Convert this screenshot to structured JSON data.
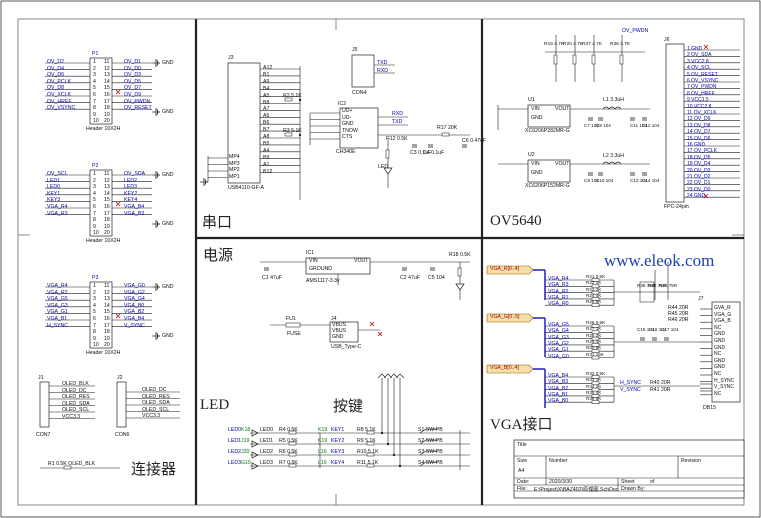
{
  "sections": {
    "connector": "连接器",
    "serial": "串口",
    "power": "电源",
    "led": "LED",
    "keys": "按键",
    "ov5640": "OV5640",
    "vga": "VGA接口",
    "watermark": "www.eleok.com"
  },
  "connector": {
    "p1": {
      "ref": "P1",
      "name": "Header 10X2H",
      "left": [
        "OV_D2",
        "OV_D4",
        "OV_D6",
        "OV_PCLK",
        "OV_D8",
        "OV_XCLK",
        "OV_HREF",
        "OV_VSYNC"
      ],
      "right": [
        "OV_D1",
        "OV_D0",
        "OV_D3",
        "OV_D5",
        "OV_D7",
        "OV_D9",
        "OV_PWDN",
        "OV_RESET"
      ]
    },
    "p2": {
      "ref": "P2",
      "name": "Header 10X2H",
      "left": [
        "OV_SCL",
        "LED1",
        "LED0",
        "KEY1",
        "KEY3",
        "VGA_R4",
        "VGA_R3"
      ],
      "right": [
        "OV_SDA",
        "LED2",
        "LED3",
        "KEY2",
        "KEY4",
        "VGA_B4",
        "VGA_B3"
      ]
    },
    "p3": {
      "ref": "P3",
      "name": "Header 10X2H",
      "left": [
        "VGA_R4",
        "VGA_R2",
        "VGA_G5",
        "VGA_G3",
        "VGA_G1",
        "VGA_B1",
        "H_SYNC"
      ],
      "right": [
        "VGA_G0",
        "VGA_G2",
        "VGA_G4",
        "VGA_B0",
        "VGA_B2",
        "VGA_B4",
        "V_SYNC"
      ]
    },
    "j1": {
      "ref": "J1",
      "name": "CON7",
      "pins": [
        "OLED_BLK",
        "OLED_DC",
        "OLED_RES",
        "OLED_SDA",
        "OLED_SCL",
        "VCC3.3"
      ]
    },
    "j2": {
      "ref": "J2",
      "name": "CON6",
      "pins": [
        "OLED_DC",
        "OLED_RES",
        "OLED_SDA",
        "OLED_SCL",
        "VCC3.3"
      ]
    },
    "r1": "R1  0.5K OLED_BLK",
    "gnd": "GND"
  },
  "serial": {
    "j3": "J3",
    "j3_name": "USB4110-GF-A",
    "j3_pins": [
      "A12",
      "B1",
      "A9",
      "B4",
      "A5",
      "B8",
      "A7",
      "A6",
      "B6",
      "B7",
      "A8",
      "B5",
      "A4",
      "B9",
      "A1",
      "B12"
    ],
    "mp": [
      "MP4",
      "MP3",
      "MP2",
      "MP1"
    ],
    "j5": "J5",
    "j5_name": "CON4",
    "j5_pins": [
      "TXD",
      "RXD"
    ],
    "ic2": "IC2",
    "ic2_name": "CH340E",
    "ic2_pins": [
      "UD+",
      "UD-",
      "GND",
      "TNOW",
      "CTS"
    ],
    "ic2_right": [
      "RXD",
      "TXD"
    ],
    "parts": [
      "R2 5.1K",
      "R3 5.1K",
      "R12 0.5K",
      "LED",
      "R17 20K",
      "C6 0.47uF",
      "C3 0.1uF",
      "C4 0.1uF"
    ]
  },
  "power": {
    "ic1": "IC1",
    "ic1_pins": [
      "VIN",
      "GROUND",
      "VOUT"
    ],
    "ic1_name": "AMS1117-3.3v",
    "caps": [
      "C1 47uF",
      "C2 47uF",
      "C5 104"
    ],
    "r18": "R18 0.5K",
    "fu1": "FU1",
    "fuse": "FUSE",
    "j4": "J4",
    "j4_pins": [
      "VBUS",
      "VBUS",
      "GND"
    ],
    "j4_name": "USB_Type-C"
  },
  "led": {
    "refs": [
      "LED0",
      "LED1",
      "LED2",
      "LED3"
    ],
    "pins": [
      "K18",
      "J19",
      "J20",
      "G19"
    ],
    "resistors": [
      "R4  0.5K",
      "R5  0.5K",
      "R6  0.5K",
      "R7  0.5K"
    ]
  },
  "keys": {
    "pins": [
      "K19",
      "K19",
      "L16",
      "L16"
    ],
    "names": [
      "KEY1",
      "KEY2",
      "KEY3",
      "KEY4"
    ],
    "resistors": [
      "R8  5.1K",
      "R9  5.1K",
      "R10 5.1K",
      "R11 5.1K"
    ],
    "switches": [
      "S1 SW-PB",
      "S2 SW-PB",
      "S3 SW-PB",
      "S4 SW-PB"
    ]
  },
  "ov5640": {
    "signal": "OV_PWDN",
    "pullups": [
      "R19 4.7K",
      "R20 4.7K",
      "R37 4.7K",
      "R36 4.7K"
    ],
    "u1": "U1",
    "u2": "U2",
    "reg_pins": [
      "VIN",
      "GND",
      "VOUT"
    ],
    "u1_name": "XC6206P282MR-G",
    "u2_name": "XC6206P152MR-G",
    "parts": [
      "C7 104",
      "C8 104",
      "L1 3.3uH",
      "C11 104",
      "C12 104",
      "C9 104",
      "C10 104",
      "L2 3.3uH",
      "C13 104",
      "C14 104"
    ],
    "j6": "J6",
    "j6_name": "FPC-24pin",
    "j6_pins": [
      "1 GND",
      "2 OV_SDA",
      "3 VCC2.8",
      "4 OV_SCL",
      "5 OV_RESET",
      "6 OV_VSYNC",
      "7 OV_PWDN",
      "8 OV_HREF",
      "9 VCC1.5",
      "10 VCC2.8",
      "11 OV_XCLK",
      "12 OV_D9",
      "13 OV_D8",
      "14 OV_D7",
      "15 OV_D6",
      "16 GND",
      "17 OV_PCLK",
      "18 OV_D5",
      "19 OV_D4",
      "20 OV_D3",
      "21 OV_D2",
      "22 OV_D1",
      "23 OV_D0",
      "24 GND"
    ]
  },
  "vga": {
    "buses": [
      "VGA_R[0..4]",
      "VGA_G[0..5]",
      "VGA_B[0..4]"
    ],
    "r_nets": [
      "VGA_R4",
      "VGA_R3",
      "VGA_R2",
      "VGA_R1",
      "VGA_R0"
    ],
    "g_nets": [
      "VGA_G5",
      "VGA_G4",
      "VGA_G3",
      "VGA_G2",
      "VGA_G1",
      "VGA_G0"
    ],
    "b_nets": [
      "VGA_B4",
      "VGA_B3",
      "VGA_B2",
      "VGA_B1",
      "VGA_B0"
    ],
    "r_res": [
      "R21 0.5K",
      "R22 1K",
      "R23 2K",
      "R24 4K",
      "R25 8K"
    ],
    "g_res": [
      "R26 0.5K",
      "R27 1K",
      "R28 2K",
      "R29 4K",
      "R30 8K",
      "R31 16K"
    ],
    "b_res": [
      "R32 0.5K",
      "R33 1K",
      "R34 2K",
      "R35 4K",
      "R38 8K"
    ],
    "mid": [
      "R39 75R",
      "R42 75R",
      "R43 75R"
    ],
    "caps": [
      "C15 104",
      "C16 104",
      "C17 104"
    ],
    "j7": "J7",
    "j7_pins": [
      "GVA_R",
      "VGA_G",
      "VGA_B",
      "NC",
      "GND",
      "GND",
      "GND",
      "NC",
      "GND",
      "GND",
      "NC",
      "H_SYNC",
      "V_SYNC",
      "NC"
    ],
    "r44": "R44  20R",
    "r45": "R45  20R",
    "r46": "R46  20R",
    "h_sync": "H_SYNC",
    "v_sync": "V_SYNC",
    "r40": "R40  20R",
    "r41": "R41  20R",
    "db15": "DB15"
  },
  "titleblock": {
    "title": "Title",
    "size": "Size",
    "size_val": "A4",
    "number": "Number",
    "revision": "Revision",
    "date_lbl": "Date:",
    "date": "2020/3/30",
    "sheet": "Sheet",
    "of": "of",
    "file_lbl": "File:",
    "file": "E:\\Project\\X\\BAZ402\\原理图.SchDoc",
    "drawn": "Drawn By:"
  }
}
